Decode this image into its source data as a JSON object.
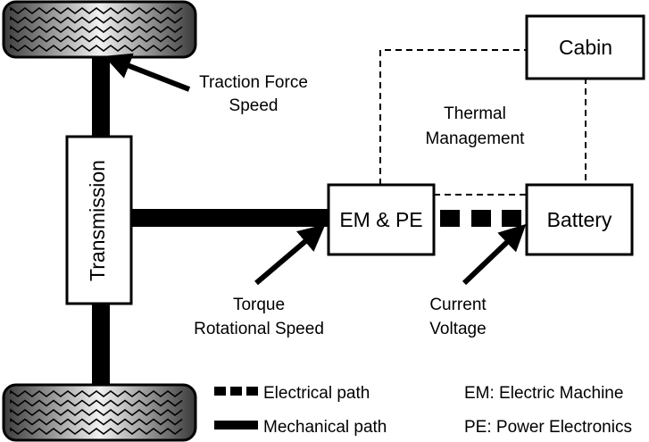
{
  "blocks": {
    "transmission": "Transmission",
    "em_pe": "EM & PE",
    "battery": "Battery",
    "cabin": "Cabin"
  },
  "annotations": {
    "traction_line1": "Traction Force",
    "traction_line2": "Speed",
    "thermal_line1": "Thermal",
    "thermal_line2": "Management",
    "torque_line1": "Torque",
    "torque_line2": "Rotational Speed",
    "current_line1": "Current",
    "current_line2": "Voltage"
  },
  "legend": {
    "electrical": "Electrical path",
    "mechanical": "Mechanical path",
    "em_def": "EM: Electric Machine",
    "pe_def": "PE: Power Electronics"
  },
  "icons": {
    "wheel": "tire-icon"
  }
}
